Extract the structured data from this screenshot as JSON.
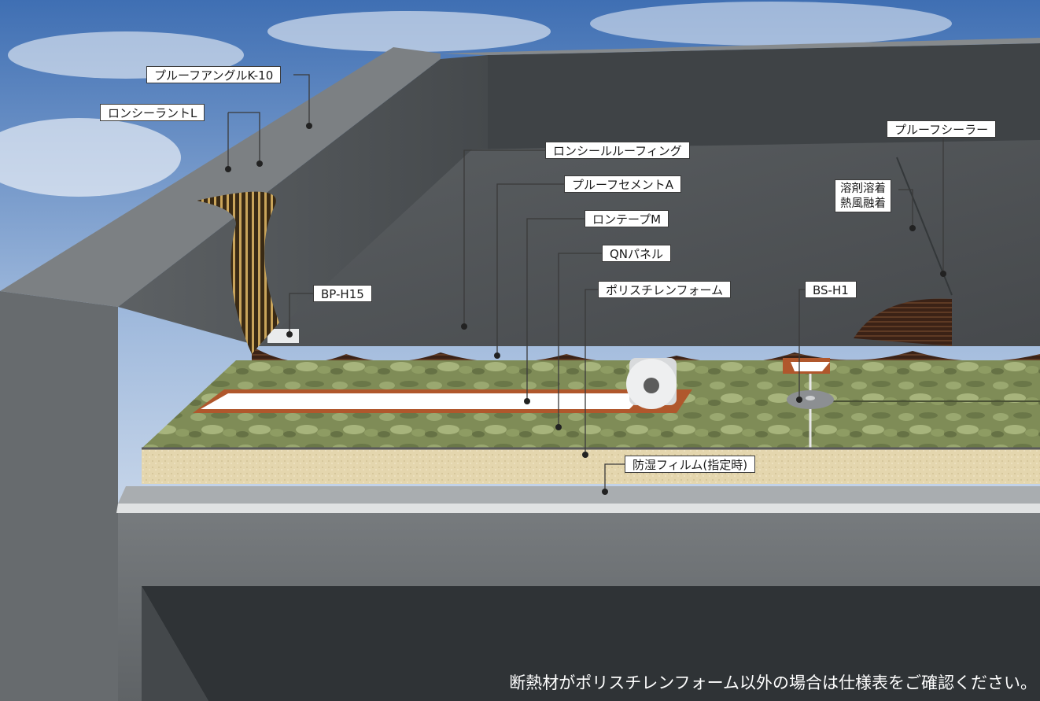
{
  "labels": {
    "proof_angle": "プルーフアングルK-10",
    "ron_sealant": "ロンシーラントL",
    "ron_seal_roofing": "ロンシールルーフィング",
    "proof_cement": "プルーフセメントA",
    "ron_tape": "ロンテープM",
    "qn_panel": "QNパネル",
    "bp_h15": "BP-H15",
    "polystyrene_foam": "ポリスチレンフォーム",
    "bs_h1": "BS-H1",
    "proof_sealer": "プルーフシーラー",
    "welding_line1": "溶剤溶着",
    "welding_line2": "熱風融着",
    "vapor_film": "防湿フィルム(指定時)"
  },
  "caption": "断熱材がポリスチレンフォーム以外の場合は仕様表をご確認ください。",
  "colors": {
    "sky_top": "#4a78b8",
    "sky_bottom": "#e8eef6",
    "roof_membrane": "#4b4f52",
    "concrete": "#6a6e71",
    "insulation": "#7d8a55",
    "polystyrene": "#e6d8b0",
    "adhesive_brown": "#4a2a1a",
    "caption_text": "#ffffff"
  }
}
